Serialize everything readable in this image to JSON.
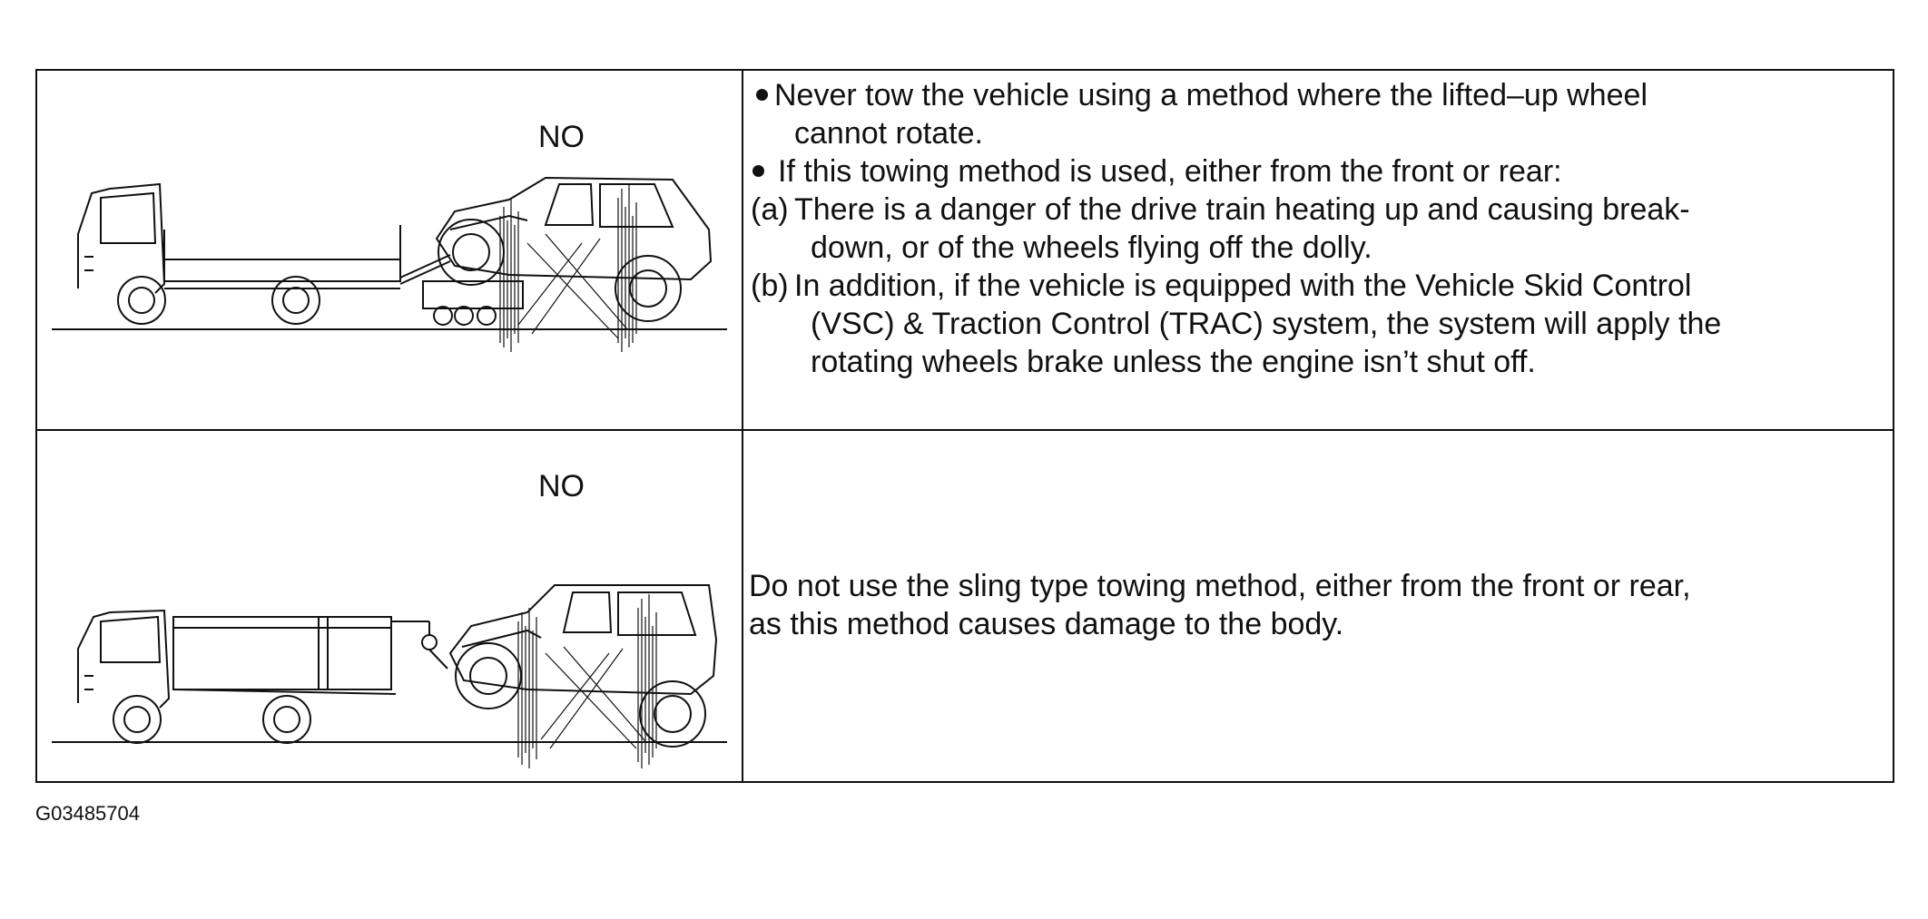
{
  "rows": [
    {
      "figure_label": "NO",
      "items": [
        {
          "kind": "bullet",
          "lines": [
            "Never tow the vehicle using a method where the lifted–up wheel",
            "cannot rotate."
          ]
        },
        {
          "kind": "bullet",
          "lines": [
            "If this towing method is used, either from the front or rear:"
          ]
        },
        {
          "kind": "sub",
          "marker": "(a)",
          "lines": [
            "There is a danger of the drive train heating up and causing break-",
            "down, or of the wheels flying off the dolly."
          ]
        },
        {
          "kind": "sub",
          "marker": "(b)",
          "lines": [
            "In addition, if the vehicle is equipped with the Vehicle Skid Control",
            "(VSC) & Traction Control (TRAC) system, the system will apply the",
            "rotating wheels brake unless the engine isn’t shut off."
          ]
        }
      ]
    },
    {
      "figure_label": "NO",
      "lines": [
        "Do not use the sling type towing method, either from the front or rear,",
        "as this method causes damage to the body."
      ]
    }
  ],
  "figure_code": "G03485704"
}
